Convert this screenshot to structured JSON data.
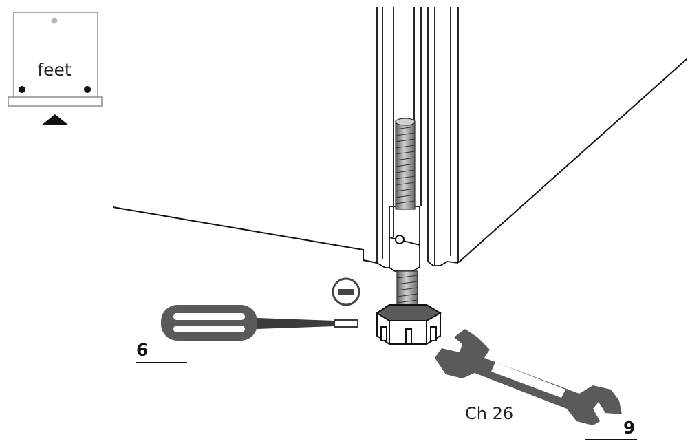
{
  "inset": {
    "label": "feet"
  },
  "tools": {
    "screwdriver": {
      "step": "6",
      "icon": "flat-screwdriver",
      "direction_symbol": "minus-circle"
    },
    "wrench": {
      "size_label": "Ch 26",
      "step": "9",
      "icon": "open-end-wrench"
    }
  },
  "colors": {
    "line": "#111111",
    "tool_fill": "#5a5a5a",
    "tool_dark": "#3b3b3b",
    "thread": "#8a8a8a"
  }
}
